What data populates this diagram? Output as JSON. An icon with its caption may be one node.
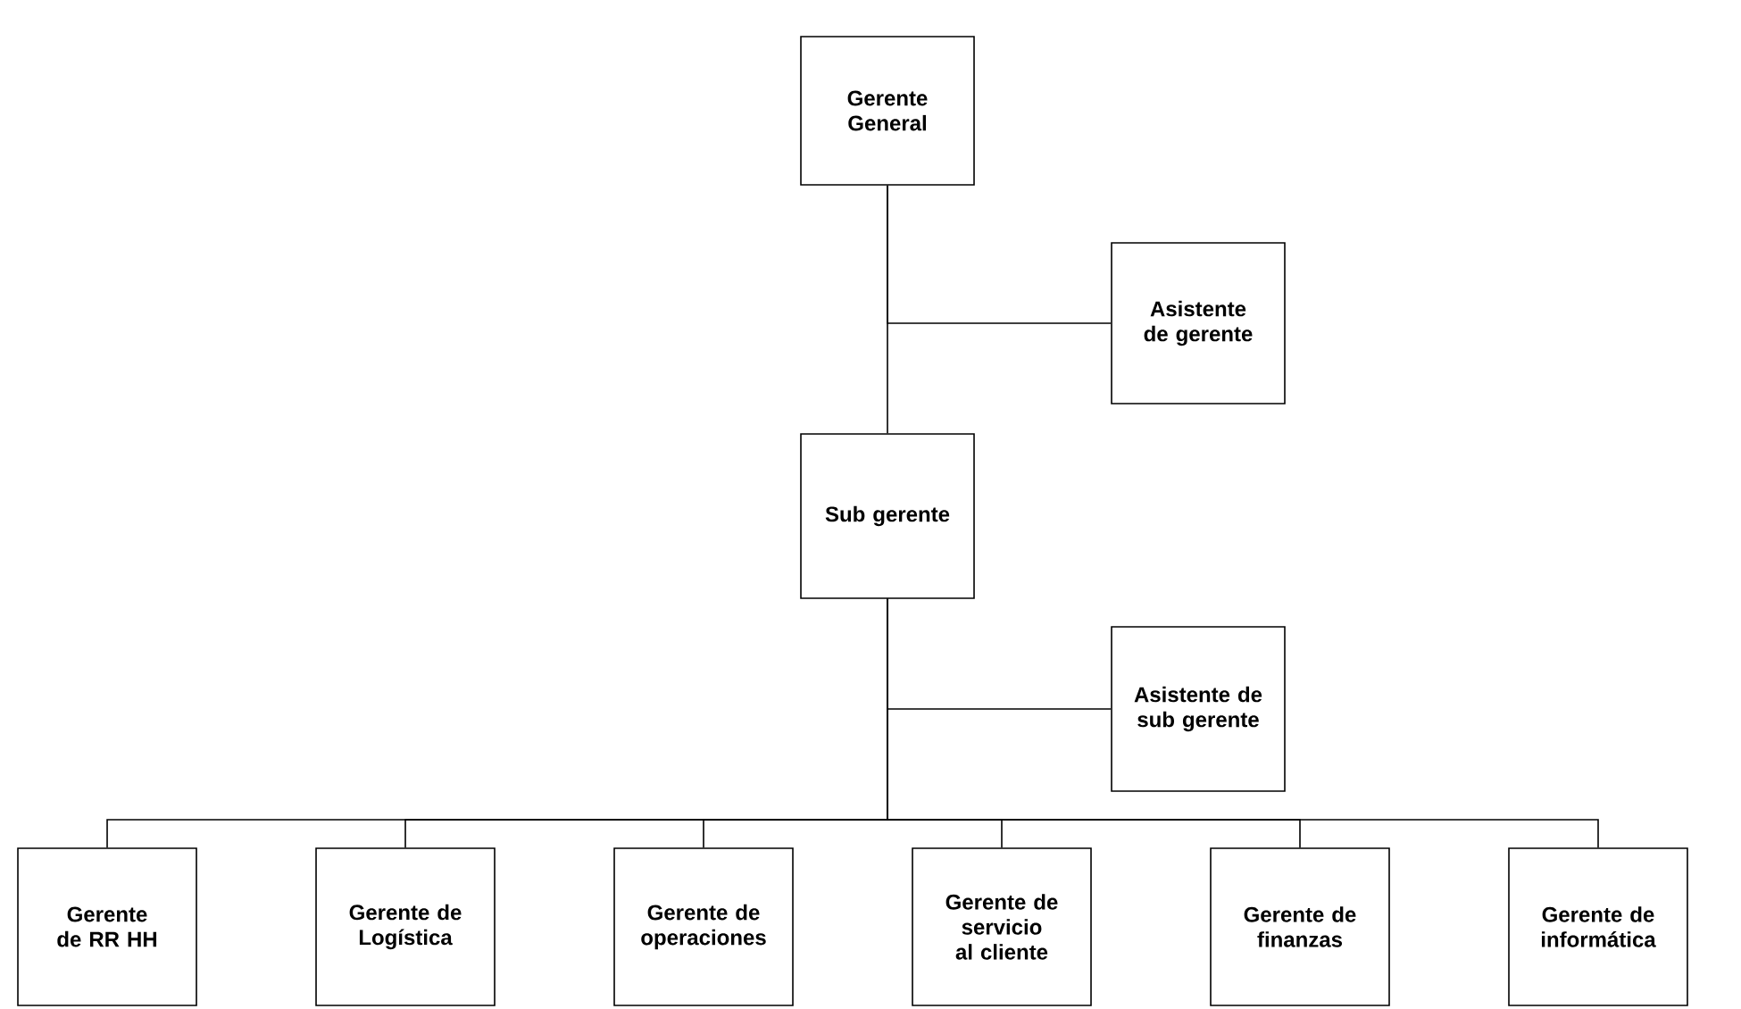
{
  "diagram": {
    "nodes": [
      {
        "text": [
          "Gerente General"
        ]
      },
      {
        "text": [
          "Asistente de gerente"
        ]
      },
      {
        "text": [
          "Sub gerente"
        ]
      },
      {
        "text": [
          "Asistente de sub gerente"
        ]
      },
      {
        "text": [
          "Gerente de RR HH"
        ]
      },
      {
        "text": [
          "Gerente de Logística"
        ]
      },
      {
        "text": [
          "Gerente de operaciones"
        ]
      },
      {
        "text": [
          "Gerente de servicio al cliente"
        ]
      },
      {
        "text": [
          "Gerente de finanzas"
        ]
      },
      {
        "text": [
          "Gerente de informática"
        ]
      }
    ],
    "edges": [
      {
        "from": 0,
        "to": 2,
        "arrow": "none"
      },
      {
        "from": 0,
        "to": 1,
        "arrow": "none"
      },
      {
        "from": 2,
        "to": 3,
        "arrow": "none"
      },
      {
        "from": 2,
        "to": 4,
        "arrow": "none"
      },
      {
        "from": 2,
        "to": 5,
        "arrow": "none"
      },
      {
        "from": 2,
        "to": 6,
        "arrow": "none"
      },
      {
        "from": 2,
        "to": 7,
        "arrow": "none"
      },
      {
        "from": 2,
        "to": 8,
        "arrow": "none"
      },
      {
        "from": 2,
        "to": 9,
        "arrow": "none"
      }
    ]
  }
}
